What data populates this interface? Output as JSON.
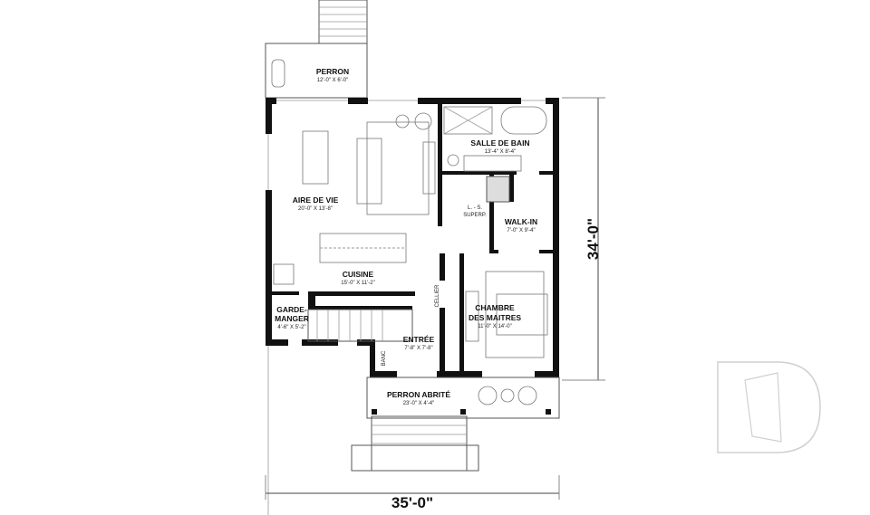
{
  "rooms": [
    {
      "name": "PERRON",
      "size": "12'-0\" X 6'-0\""
    },
    {
      "name": "AIRE DE VIE",
      "size": "20'-0\" X 13'-8\""
    },
    {
      "name": "SALLE DE BAIN",
      "size": "13'-4\" X 8'-4\""
    },
    {
      "name": "WALK-IN",
      "size": "7'-0\" X 9'-4\""
    },
    {
      "name": "CUISINE",
      "size": "15'-0\" X 11'-2\""
    },
    {
      "name": "CHAMBRE",
      "name2": "DES MAITRES",
      "size": "11'-0\" X 14'-0\""
    },
    {
      "name": "GARDE-",
      "name2": "MANGER",
      "size": "4'-6\" X 5'-2\""
    },
    {
      "name": "ENTRÉE",
      "size": "7'-8\" X 7'-8\""
    },
    {
      "name": "PERRON ABRITÉ",
      "size": "23'-0\" X 4'-4\""
    }
  ],
  "labels": {
    "laundry_1": "L. - S.",
    "laundry_2": "SUPERP.",
    "cellier": "CELLIER",
    "banc": "BANC"
  },
  "dimensions": {
    "depth": "34'-0\"",
    "width": "35'-0\""
  },
  "logo": {
    "letter": "D",
    "color": "#d0d0d0"
  }
}
